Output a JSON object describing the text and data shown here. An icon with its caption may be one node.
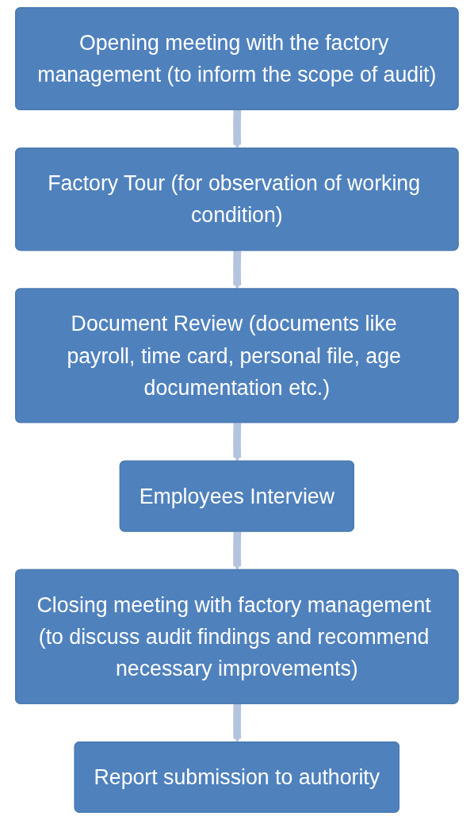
{
  "diagram": {
    "nodes": [
      {
        "text": [
          "Opening meeting with the factory management (to inform the scope of audit)"
        ]
      },
      {
        "text": [
          "Factory Tour (for observation of working condition)"
        ]
      },
      {
        "text": [
          "Document Review (documents like payroll, time card, personal file, age documentation etc.)"
        ]
      },
      {
        "text": [
          "Employees Interview"
        ]
      },
      {
        "text": [
          "Closing meeting with factory management (to discuss audit findings and recommend necessary improvements)"
        ]
      },
      {
        "text": [
          "Report submission to authority"
        ]
      }
    ],
    "edges": [
      {
        "from": 0,
        "to": 1,
        "arrow": "to"
      },
      {
        "from": 1,
        "to": 2,
        "arrow": "to"
      },
      {
        "from": 2,
        "to": 3,
        "arrow": "to"
      },
      {
        "from": 3,
        "to": 4,
        "arrow": "to"
      },
      {
        "from": 4,
        "to": 5,
        "arrow": "to"
      }
    ]
  }
}
